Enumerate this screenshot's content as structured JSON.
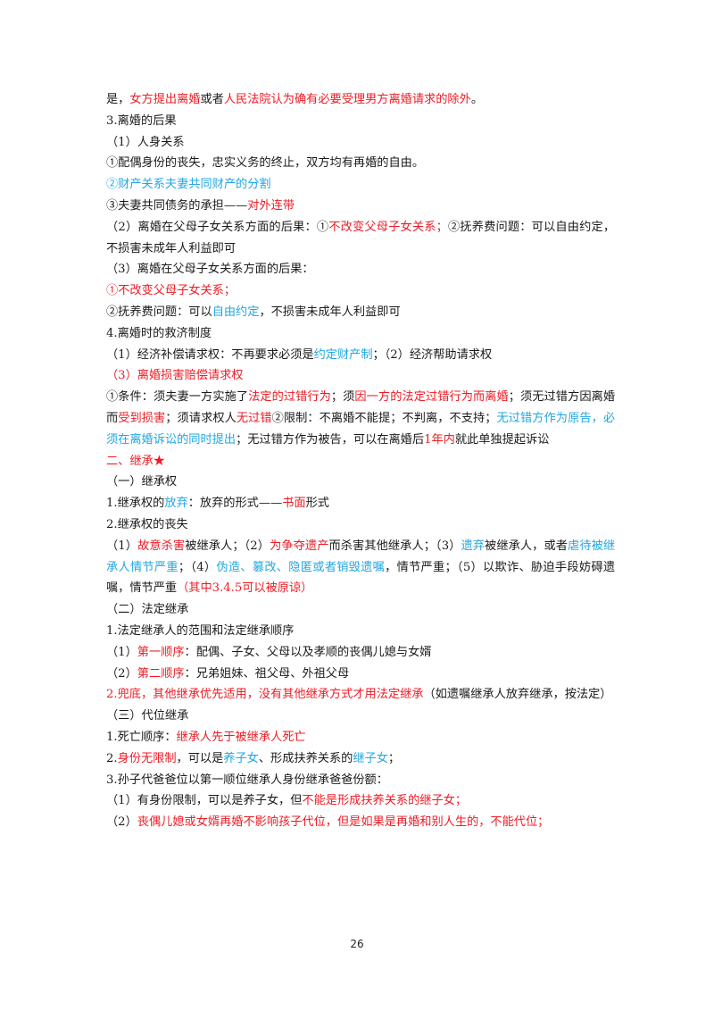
{
  "colors": {
    "text": "#1a1a1a",
    "red": "#ee1c25",
    "blue": "#23a7e0"
  },
  "lines": [
    {
      "wrap": false,
      "segments": [
        {
          "t": "是，",
          "c": ""
        },
        {
          "t": "女方提出离婚",
          "c": "r"
        },
        {
          "t": "或者",
          "c": ""
        },
        {
          "t": "人民法院认为确有必要受理男方离婚请求的除外",
          "c": "r"
        },
        {
          "t": "。",
          "c": ""
        }
      ]
    },
    {
      "wrap": false,
      "segments": [
        {
          "t": "3.离婚的后果",
          "c": ""
        }
      ]
    },
    {
      "wrap": false,
      "segments": [
        {
          "t": "（1）人身关系",
          "c": ""
        }
      ]
    },
    {
      "wrap": false,
      "segments": [
        {
          "t": "①配偶身份的丧失，忠实义务的终止，双方均有再婚的自由。",
          "c": ""
        }
      ]
    },
    {
      "wrap": false,
      "segments": [
        {
          "t": "②财产关系夫妻共同财产的分割",
          "c": "b"
        }
      ]
    },
    {
      "wrap": false,
      "segments": [
        {
          "t": "③夫妻共同债务的承担——",
          "c": ""
        },
        {
          "t": "对外连带",
          "c": "r"
        }
      ]
    },
    {
      "wrap": true,
      "segments": [
        {
          "t": "（2）离婚在父母子女关系方面的后果：①",
          "c": ""
        },
        {
          "t": "不改变父母子女关系；",
          "c": "r"
        },
        {
          "t": "②抚养费问题：可以自由约定，不损害未成年人利益即可",
          "c": ""
        }
      ]
    },
    {
      "wrap": false,
      "segments": [
        {
          "t": "（3）离婚在父母子女关系方面的后果：",
          "c": ""
        }
      ]
    },
    {
      "wrap": false,
      "segments": [
        {
          "t": "①不改变父母子女关系；",
          "c": "r"
        }
      ]
    },
    {
      "wrap": false,
      "segments": [
        {
          "t": "②抚养费问题：可以",
          "c": ""
        },
        {
          "t": "自由约定",
          "c": "b"
        },
        {
          "t": "，不损害未成年人利益即可",
          "c": ""
        }
      ]
    },
    {
      "wrap": false,
      "segments": [
        {
          "t": "4.离婚时的救济制度",
          "c": ""
        }
      ]
    },
    {
      "wrap": false,
      "segments": [
        {
          "t": "（1）经济补偿请求权：不再要求必须是",
          "c": ""
        },
        {
          "t": "约定财产制",
          "c": "b"
        },
        {
          "t": "；（2）经济帮助请求权",
          "c": ""
        }
      ]
    },
    {
      "wrap": false,
      "segments": [
        {
          "t": "（3）离婚损害赔偿请求权",
          "c": "r"
        }
      ]
    },
    {
      "wrap": true,
      "segments": [
        {
          "t": "①条件：须夫妻一方实施了",
          "c": ""
        },
        {
          "t": "法定的过错行为",
          "c": "r"
        },
        {
          "t": "；须",
          "c": ""
        },
        {
          "t": "因一方的法定过错行为而离婚",
          "c": "r"
        },
        {
          "t": "；须无过错方因离婚而",
          "c": ""
        },
        {
          "t": "受到损害",
          "c": "r"
        },
        {
          "t": "；须请求权人",
          "c": ""
        },
        {
          "t": "无过错",
          "c": "r"
        },
        {
          "t": "②限制：不离婚不能提；不判离，不支持；",
          "c": ""
        },
        {
          "t": "无过错方作为原告，必须在离婚诉讼的同时提出",
          "c": "b"
        },
        {
          "t": "；无过错方作为被告，可以在离婚后",
          "c": ""
        },
        {
          "t": "1年内",
          "c": "r"
        },
        {
          "t": "就此单独提起诉讼",
          "c": ""
        }
      ]
    },
    {
      "wrap": false,
      "segments": [
        {
          "t": "二、继承★",
          "c": "r"
        }
      ]
    },
    {
      "wrap": false,
      "segments": [
        {
          "t": "（一）继承权",
          "c": ""
        }
      ]
    },
    {
      "wrap": false,
      "segments": [
        {
          "t": "1.继承权的",
          "c": ""
        },
        {
          "t": "放弃",
          "c": "b"
        },
        {
          "t": "：放弃的形式——",
          "c": ""
        },
        {
          "t": "书面",
          "c": "r"
        },
        {
          "t": "形式",
          "c": ""
        }
      ]
    },
    {
      "wrap": false,
      "segments": [
        {
          "t": "2.继承权的丧失",
          "c": ""
        }
      ]
    },
    {
      "wrap": true,
      "segments": [
        {
          "t": "（1）",
          "c": ""
        },
        {
          "t": "故意杀害",
          "c": "r"
        },
        {
          "t": "被继承人；（2）",
          "c": ""
        },
        {
          "t": "为争夺遗产",
          "c": "r"
        },
        {
          "t": "而杀害其他继承人；（3）",
          "c": ""
        },
        {
          "t": "遗弃",
          "c": "b"
        },
        {
          "t": "被继承人，或者",
          "c": ""
        },
        {
          "t": "虐待被继承人情节严重",
          "c": "b"
        },
        {
          "t": "；（4）",
          "c": ""
        },
        {
          "t": "伪造、篡改、隐匿或者销毁遗嘱",
          "c": "b"
        },
        {
          "t": "，情节严重；（5）以欺诈、胁迫手段妨碍遗嘱，情节严重",
          "c": ""
        },
        {
          "t": "（其中3.4.5可以被原谅）",
          "c": "r"
        }
      ]
    },
    {
      "wrap": false,
      "segments": [
        {
          "t": "（二）法定继承",
          "c": ""
        }
      ]
    },
    {
      "wrap": false,
      "segments": [
        {
          "t": "1.法定继承人的范围和法定继承顺序",
          "c": ""
        }
      ]
    },
    {
      "wrap": false,
      "segments": [
        {
          "t": "（1）",
          "c": ""
        },
        {
          "t": "第一顺序",
          "c": "r"
        },
        {
          "t": "：配偶、子女、父母以及孝顺的丧偶儿媳与女婿",
          "c": ""
        }
      ]
    },
    {
      "wrap": false,
      "segments": [
        {
          "t": "（2）",
          "c": ""
        },
        {
          "t": "第二顺序",
          "c": "r"
        },
        {
          "t": "：兄弟姐妹、祖父母、外祖父母",
          "c": ""
        }
      ]
    },
    {
      "wrap": true,
      "segments": [
        {
          "t": "2.兜底，其他继承优先适用，没有其他继承方式才用法定继承",
          "c": "r"
        },
        {
          "t": "（如遗嘱继承人放弃继承，按法定）",
          "c": ""
        }
      ]
    },
    {
      "wrap": false,
      "segments": [
        {
          "t": "（三）代位继承",
          "c": ""
        }
      ]
    },
    {
      "wrap": false,
      "segments": [
        {
          "t": "1.死亡顺序：",
          "c": ""
        },
        {
          "t": "继承人先于被继承人死亡",
          "c": "r"
        }
      ]
    },
    {
      "wrap": false,
      "segments": [
        {
          "t": "2.",
          "c": ""
        },
        {
          "t": "身份无限制",
          "c": "r"
        },
        {
          "t": "，可以是",
          "c": ""
        },
        {
          "t": "养子女",
          "c": "b"
        },
        {
          "t": "、形成扶养关系的",
          "c": ""
        },
        {
          "t": "继子女",
          "c": "b"
        },
        {
          "t": "；",
          "c": ""
        }
      ]
    },
    {
      "wrap": false,
      "segments": [
        {
          "t": "3.孙子代爸爸位以第一顺位继承人身份继承爸爸份额：",
          "c": ""
        }
      ]
    },
    {
      "wrap": false,
      "segments": [
        {
          "t": "（1）有身份限制，可以是养子女，但",
          "c": ""
        },
        {
          "t": "不能是形成扶养关系的继子女；",
          "c": "r"
        }
      ]
    },
    {
      "wrap": false,
      "segments": [
        {
          "t": "（2）",
          "c": ""
        },
        {
          "t": "丧偶儿媳或女婿再婚不影响孩子代位，但是如果是再婚和别人生的，不能代位；",
          "c": "r"
        }
      ]
    }
  ],
  "page_number": "26"
}
